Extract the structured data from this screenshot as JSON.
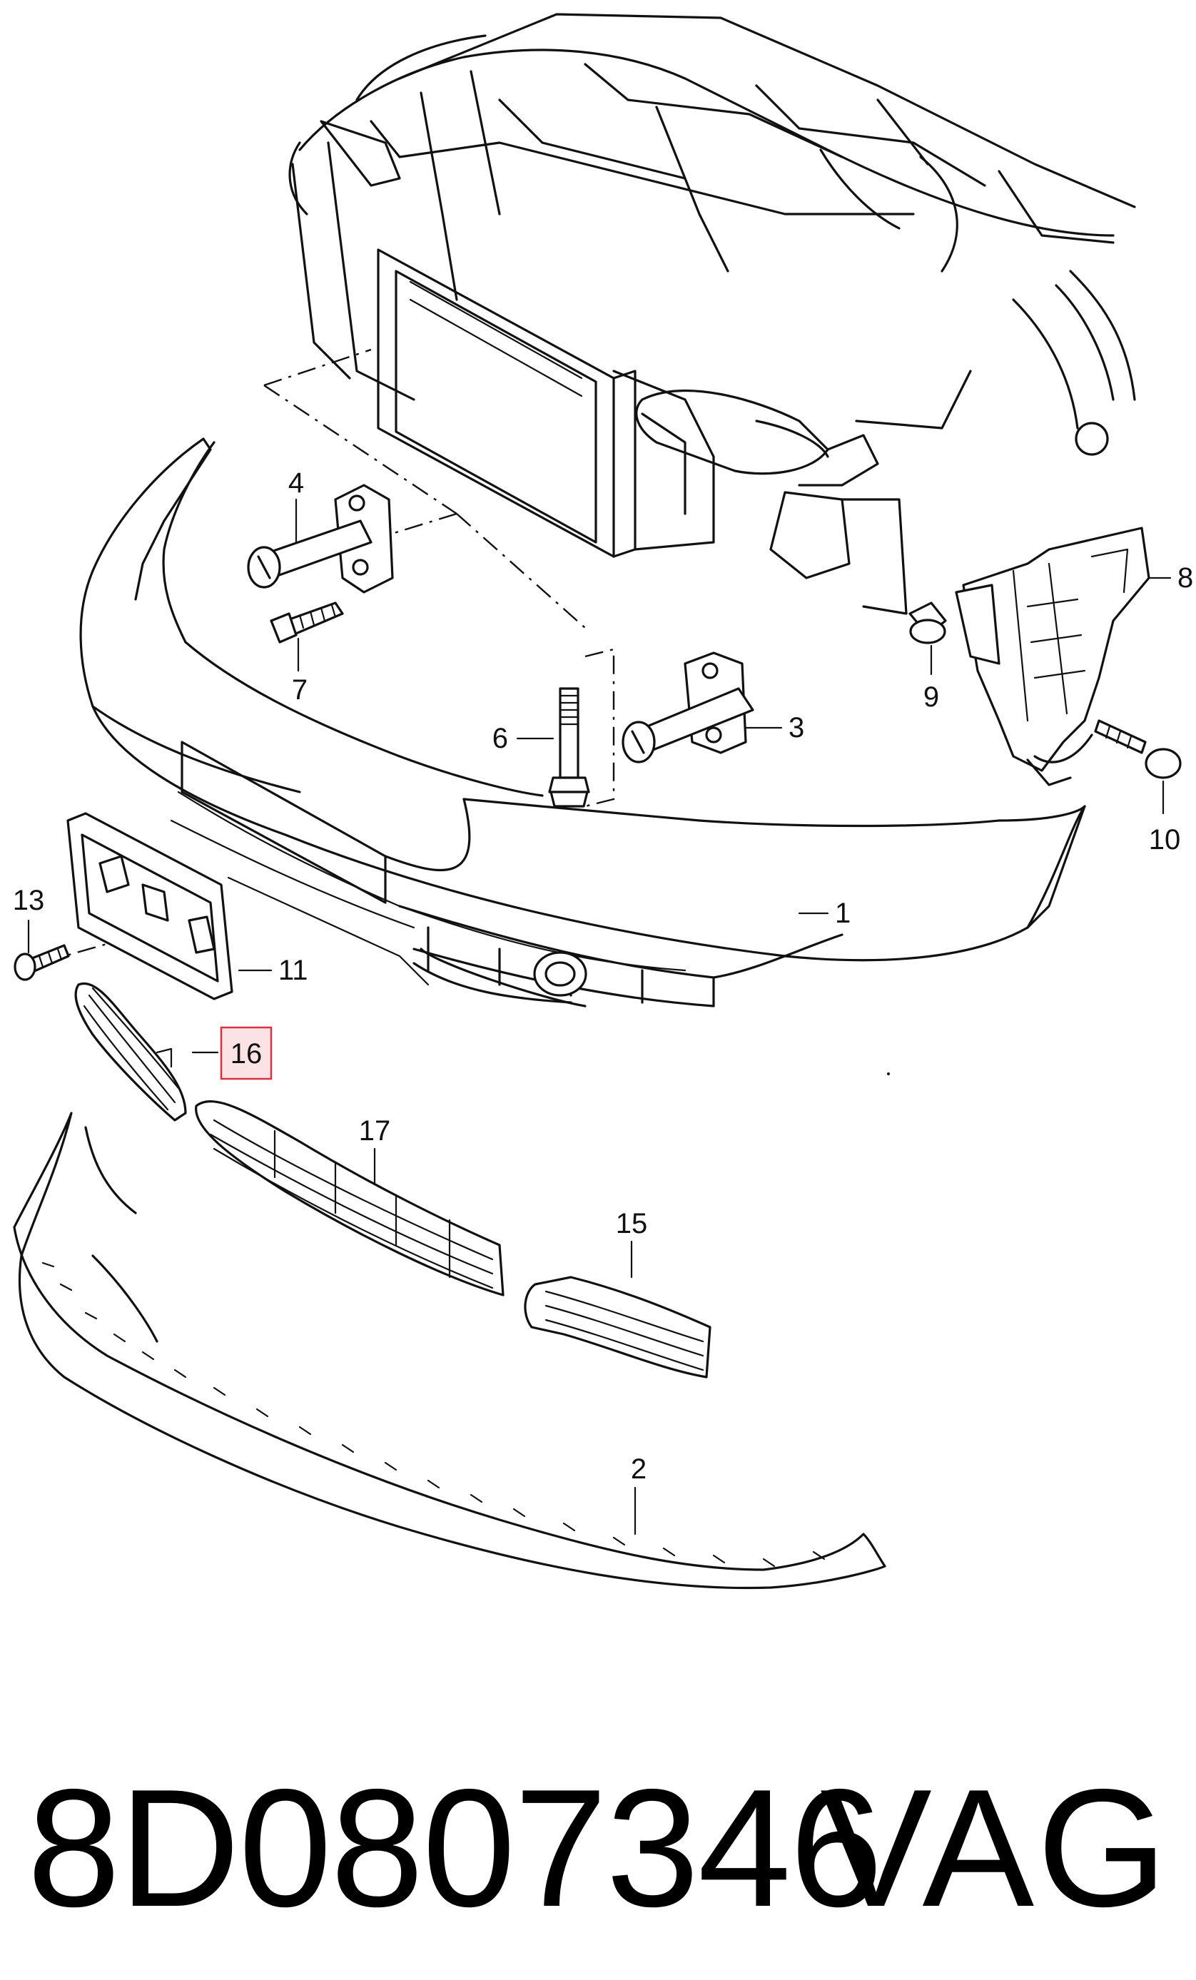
{
  "diagram": {
    "labels": {
      "p1": "1",
      "p2": "2",
      "p3": "3",
      "p4": "4",
      "p6": "6",
      "p7": "7",
      "p8": "8",
      "p9": "9",
      "p10": "10",
      "p11": "11",
      "p13": "13",
      "p15": "15",
      "p16": "16",
      "p17": "17"
    },
    "highlighted_part": "16",
    "highlight_color": "#d9333f",
    "highlight_fill": "#fbe3e5"
  },
  "footer": {
    "part_number": "8D0807346",
    "brand": "VAG"
  }
}
